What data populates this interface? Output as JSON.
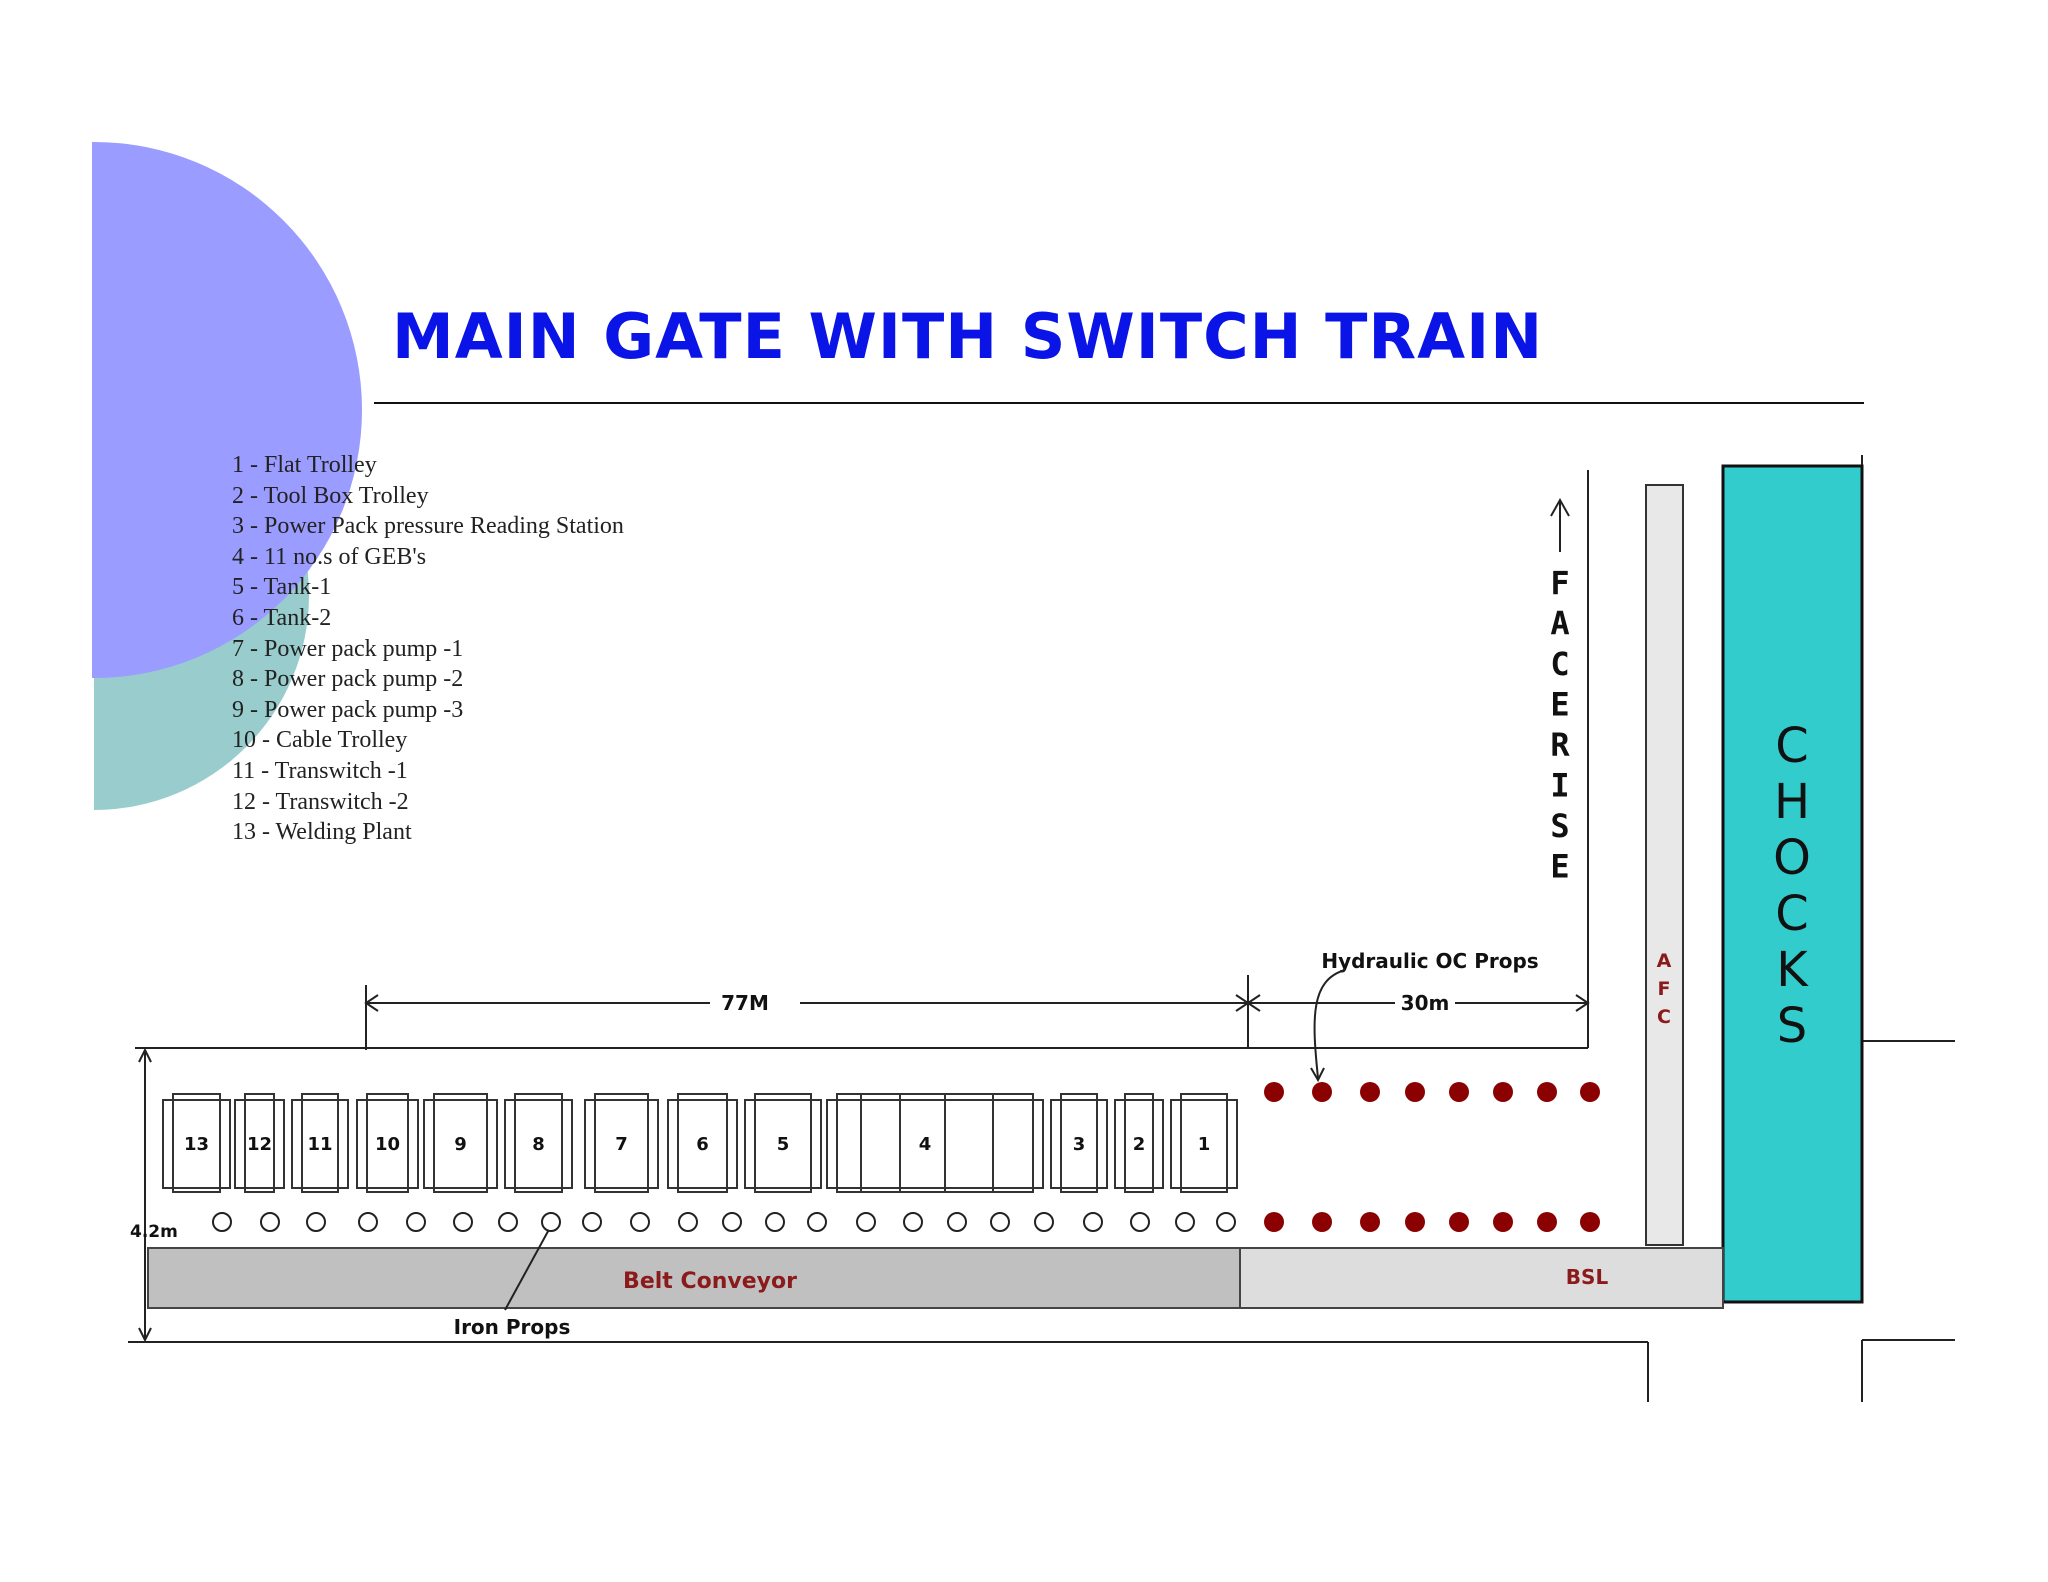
{
  "title": "MAIN GATE WITH SWITCH TRAIN",
  "legend": [
    "1 - Flat Trolley",
    "2 - Tool Box Trolley",
    "3 - Power Pack pressure Reading Station",
    "4 - 11 no.s of GEB's",
    "5 - Tank-1",
    "6 - Tank-2",
    "7 - Power pack pump -1",
    "8 - Power pack pump -2",
    "9 - Power pack pump -3",
    "10 - Cable Trolley",
    "11 - Transwitch -1",
    "12 - Transwitch -2",
    "13 - Welding Plant"
  ],
  "diagram": {
    "dimension_77": "77M",
    "dimension_30": "30m",
    "height_label": "4.2m",
    "hydraulic_label": "Hydraulic OC Props",
    "iron_label": "Iron Props",
    "belt_label": "Belt Conveyor",
    "bsl_label": "BSL",
    "afc_label": "AFC",
    "face_rise_label": "FACERISE",
    "chocks_label": "CHOCKS",
    "train_labels": [
      "13",
      "12",
      "11",
      "10",
      "9",
      "8",
      "7",
      "6",
      "5",
      "4",
      "3",
      "2",
      "1"
    ]
  },
  "colors": {
    "title": "#0a14e6",
    "circle_purple": "#9b9cff",
    "circle_teal": "#99cccc",
    "chocks": "#33cccc",
    "hydraulic_prop": "#8b0000",
    "dark_red_text": "#8b1a1a",
    "belt": "#c0c0c0",
    "bsl": "#dddddd"
  }
}
